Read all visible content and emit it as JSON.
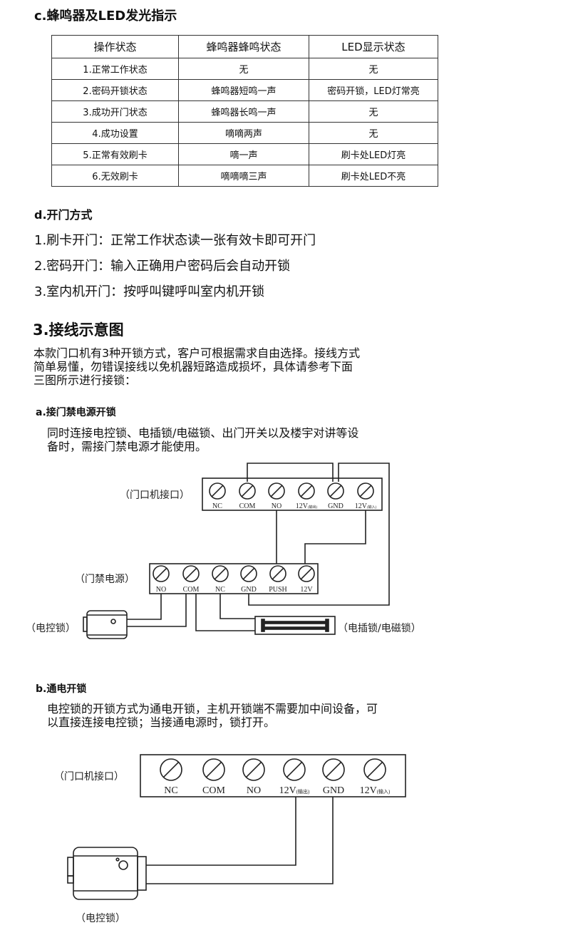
{
  "section_c": {
    "title": "c.蜂鸣器及LED发光指示",
    "headers": [
      "操作状态",
      "蜂鸣器蜂鸣状态",
      "LED显示状态"
    ],
    "rows": [
      [
        "1.正常工作状态",
        "无",
        "无"
      ],
      [
        "2.密码开锁状态",
        "蜂鸣器短鸣一声",
        "密码开锁，LED灯常亮"
      ],
      [
        "3.成功开门状态",
        "蜂鸣器长鸣一声",
        "无"
      ],
      [
        "4.成功设置",
        "嘀嘀两声",
        "无"
      ],
      [
        "5.正常有效刷卡",
        "嘀一声",
        "刷卡处LED灯亮"
      ],
      [
        "6.无效刷卡",
        "嘀嘀嘀三声",
        "刷卡处LED不亮"
      ]
    ]
  },
  "section_d": {
    "title": "d.开门方式",
    "items": [
      "1.刷卡开门：正常工作状态读一张有效卡即可开门",
      "2.密码开门：输入正确用户密码后会自动开锁",
      "3.室内机开门：按呼叫键呼叫室内机开锁"
    ]
  },
  "section_3": {
    "title": "3.接线示意图",
    "intro": [
      "本款门口机有3种开锁方式，客户可根据需求自由选择。接线方式",
      "简单易懂，勿错误接线以免机器短路造成损坏，具体请参考下面",
      "三图所示进行接锁："
    ]
  },
  "diagram_a": {
    "title": "a.接门禁电源开锁",
    "desc": [
      "同时连接电控锁、电插锁/电磁锁、出门开关以及楼宇对讲等设",
      "备时，需接门禁电源才能使用。"
    ],
    "door_unit_label": "（门口机接口）",
    "door_unit_terminals": [
      "NC",
      "COM",
      "NO",
      "12V",
      "GND",
      "12V"
    ],
    "door_unit_suffix": [
      "",
      "",
      "",
      "(输出)",
      "",
      "(输入)"
    ],
    "power_label": "（门禁电源）",
    "power_terminals": [
      "NO",
      "COM",
      "NC",
      "GND",
      "PUSH",
      "12V"
    ],
    "lock_label": "（电控锁）",
    "maglock_label": "（电插锁/电磁锁）"
  },
  "diagram_b": {
    "title": "b.通电开锁",
    "desc": [
      "电控锁的开锁方式为通电开锁，主机开锁端不需要加中间设备，可",
      "以直接连接电控锁；当接通电源时，锁打开。"
    ],
    "door_unit_label": "（门口机接口）",
    "door_unit_terminals": [
      "NC",
      "COM",
      "NO",
      "12V",
      "GND",
      "12V"
    ],
    "door_unit_suffix": [
      "",
      "",
      "",
      "(输出)",
      "",
      "(输入)"
    ],
    "lock_label": "（电控锁）"
  }
}
